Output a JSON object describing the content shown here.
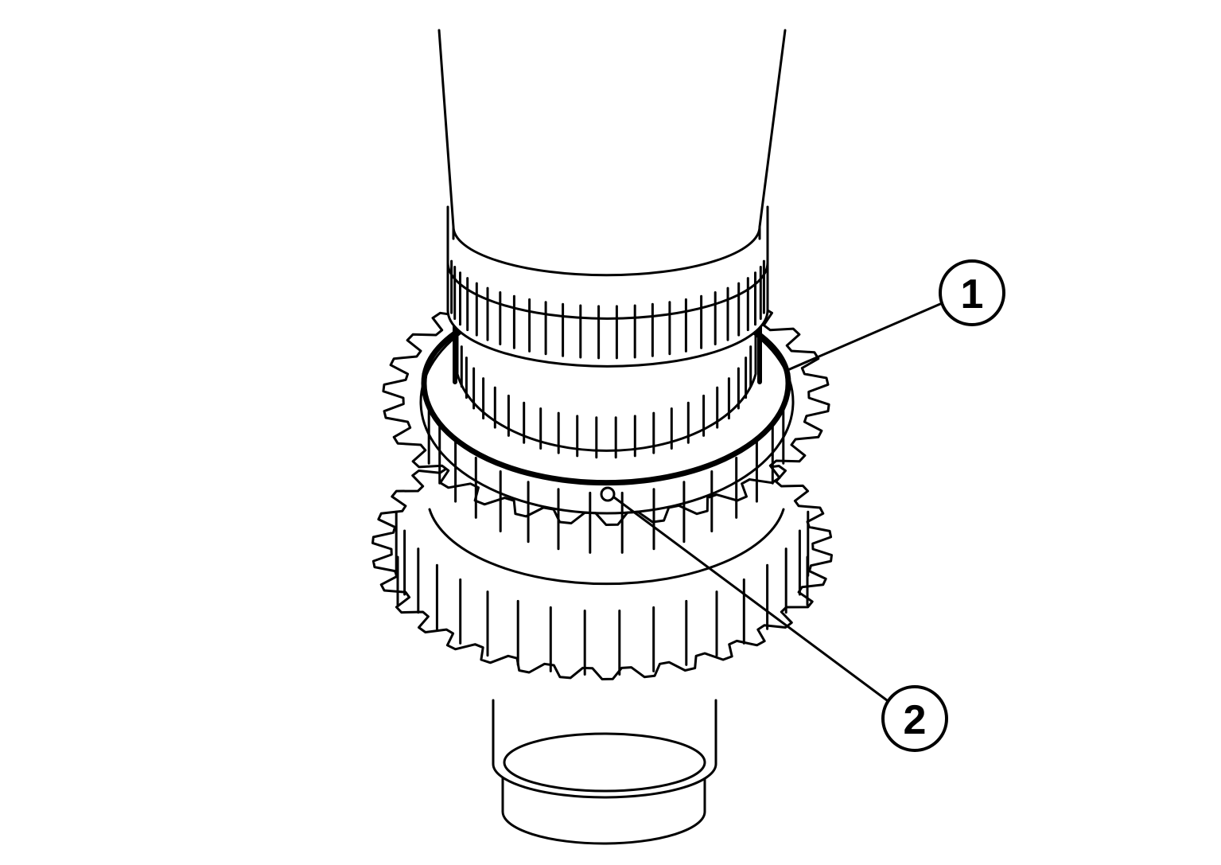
{
  "callouts": [
    {
      "id": "1",
      "label": "1"
    },
    {
      "id": "2",
      "label": "2"
    }
  ],
  "colors": {
    "line": "#000000",
    "fill": "#ffffff"
  }
}
